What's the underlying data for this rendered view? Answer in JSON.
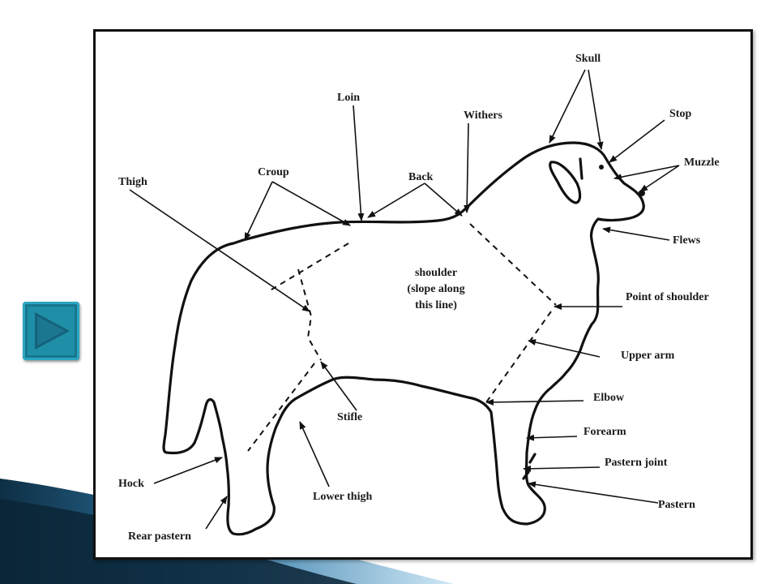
{
  "navigation": {
    "next_button_icon": "play-triangle-icon"
  },
  "colors": {
    "ribbon_dark": "#0e2f45",
    "ribbon_light": "#8fc9e8",
    "button": "#1f8fa8"
  },
  "diagram": {
    "labels": {
      "skull": "Skull",
      "stop": "Stop",
      "muzzle": "Muzzle",
      "flews": "Flews",
      "withers": "Withers",
      "loin": "Loin",
      "back": "Back",
      "croup": "Croup",
      "thigh": "Thigh",
      "shoulder_line1": "shoulder",
      "shoulder_line2": "(slope along",
      "shoulder_line3": "this line)",
      "point_of_shoulder": "Point of shoulder",
      "upper_arm": "Upper arm",
      "elbow": "Elbow",
      "forearm": "Forearm",
      "pastern_joint": "Pastern joint",
      "pastern": "Pastern",
      "stifle": "Stifle",
      "lower_thigh": "Lower thigh",
      "hock": "Hock",
      "rear_pastern": "Rear pastern"
    }
  }
}
